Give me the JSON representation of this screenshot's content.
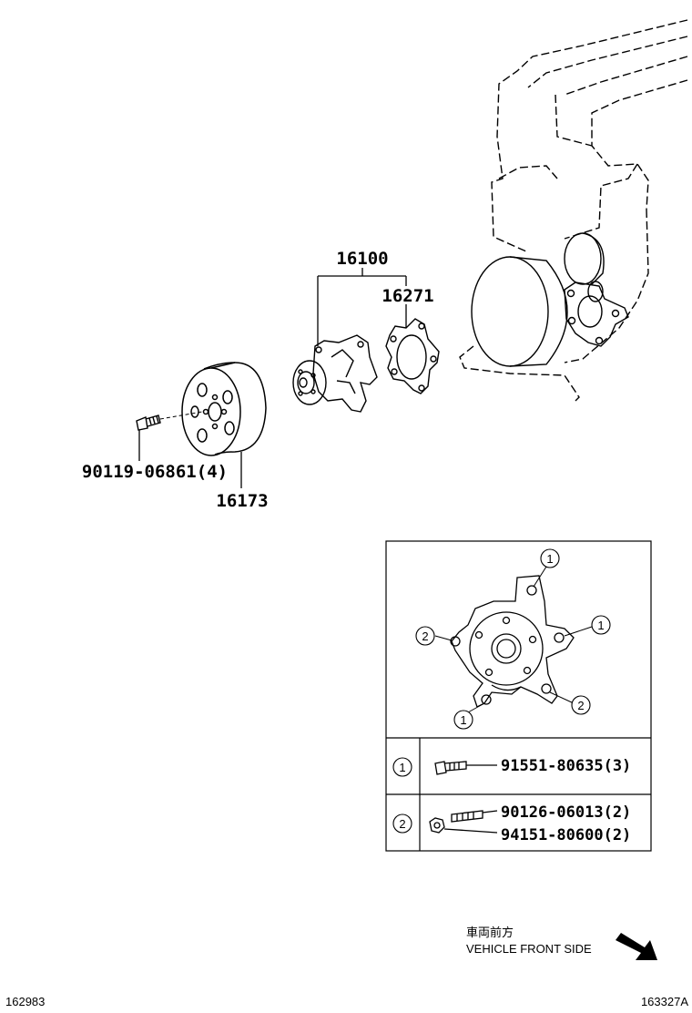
{
  "labels": {
    "assembly": "16100",
    "gasket": "16271",
    "bolt": "90119-06861(4)",
    "pulley": "16173"
  },
  "legend": {
    "rows": [
      {
        "marker": "1",
        "parts": [
          "91551-80635(3)"
        ]
      },
      {
        "marker": "2",
        "parts": [
          "90126-06013(2)",
          "94151-80600(2)"
        ]
      }
    ]
  },
  "detail_markers": [
    "1",
    "1",
    "1",
    "2",
    "2"
  ],
  "direction_note": {
    "jp": "車両前方",
    "en": "VEHICLE FRONT SIDE"
  },
  "footer": {
    "left_code": "162983",
    "right_code": "163327A"
  }
}
